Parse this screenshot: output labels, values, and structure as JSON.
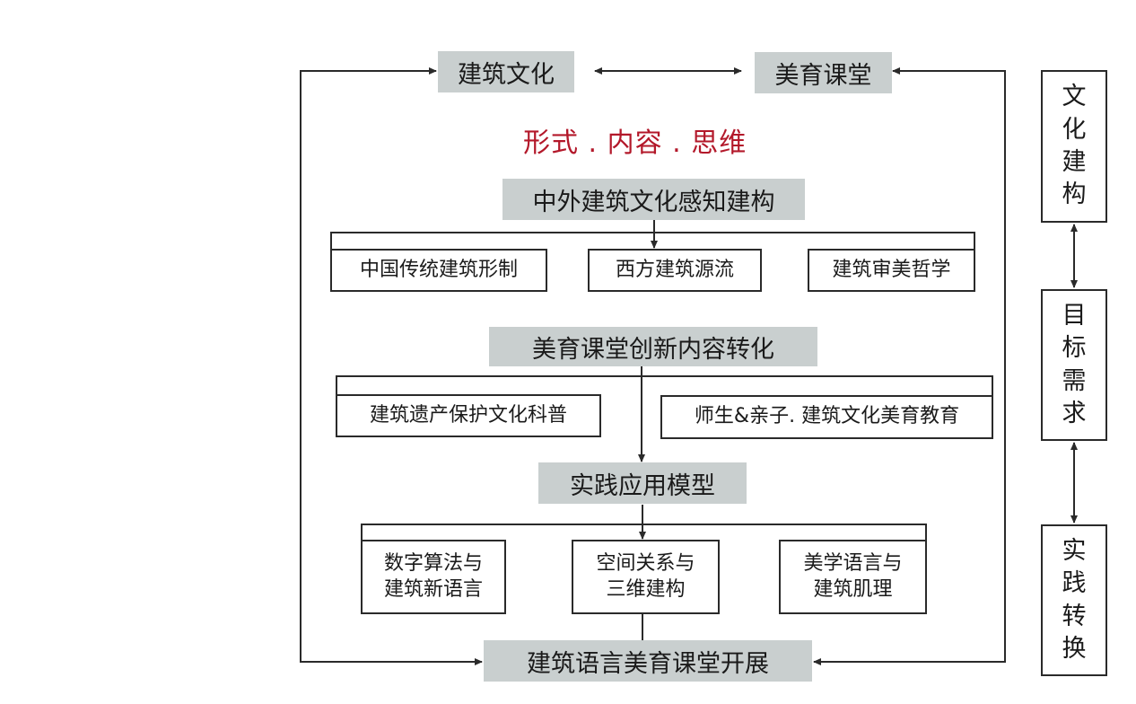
{
  "top": {
    "left_label": "建筑文化",
    "right_label": "美育课堂",
    "red_subtitle": "形式 . 内容 . 思维"
  },
  "stage1": {
    "title": "中外建筑文化感知建构",
    "items": [
      "中国传统建筑形制",
      "西方建筑源流",
      "建筑审美哲学"
    ]
  },
  "stage2": {
    "title": "美育课堂创新内容转化",
    "items": [
      "建筑遗产保护文化科普",
      "师生&亲子. 建筑文化美育教育"
    ]
  },
  "stage3": {
    "title": "实践应用模型",
    "items": [
      {
        "line1": "数字算法与",
        "line2": "建筑新语言"
      },
      {
        "line1": "空间关系与",
        "line2": "三维建构"
      },
      {
        "line1": "美学语言与",
        "line2": "建筑肌理"
      }
    ]
  },
  "bottom": {
    "label": "建筑语言美育课堂开展"
  },
  "side": {
    "boxes": [
      {
        "chars": [
          "文",
          "化",
          "建",
          "构"
        ]
      },
      {
        "chars": [
          "目",
          "标",
          "需",
          "求"
        ]
      },
      {
        "chars": [
          "实",
          "践",
          "转",
          "换"
        ]
      }
    ]
  },
  "colors": {
    "gray_fill": "#c9cfcf",
    "accent_red": "#b3182a",
    "line": "#2a2a2a"
  }
}
